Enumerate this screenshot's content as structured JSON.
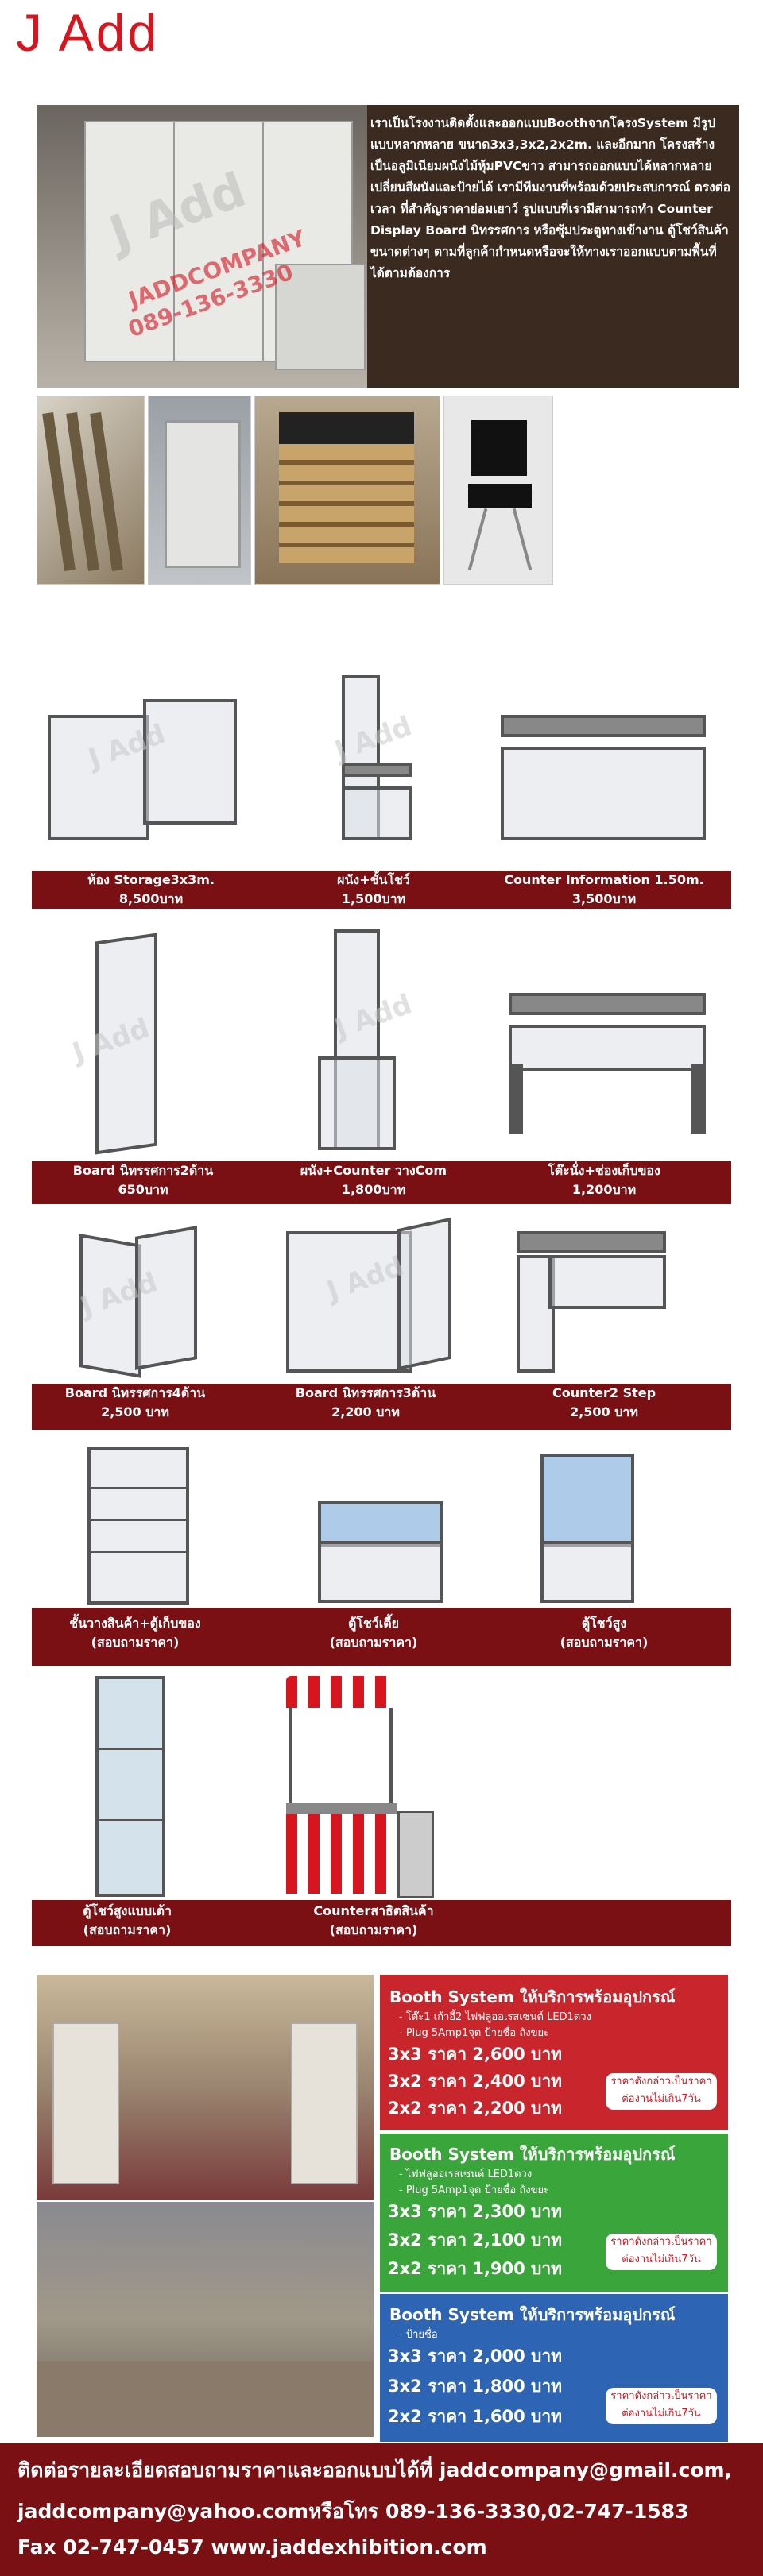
{
  "logo": {
    "text": "J Add"
  },
  "hero": {
    "description": "เราเป็นโรงงานติดตั้งและออกแบบBoothจากโครงSystem มีรูปแบบหลากหลาย ขนาด3x3,3x2,2x2m. และอีกมาก โครงสร้างเป็นอลูมิเนียมผนังไม้หุ้มPVCขาว สามารถออกแบบได้หลากหลาย เปลี่ยนสีผนังและป้ายได้ เรามีทีมงานที่พร้อมด้วยประสบการณ์ ตรงต่อเวลา ที่สำคัญราคาย่อมเยาว์ รูปแบบที่เรามีสามารถทำ Counter Display Board นิทรรศการ หรือซุ้มประตูทางเข้างาน ตู้โชว์สินค้าขนาดต่างๆ ตามที่ลูกค้ากำหนดหรือจะให้ทางเราออกแบบตามพื้นที่ ได้ตามต้องการ",
    "watermark_brand": "J Add",
    "watermark_company": "JADDCOMPANY",
    "watermark_phone": "089-136-3330"
  },
  "products": [
    {
      "name": "ห้อง Storage3x3m.",
      "price": "8,500บาท"
    },
    {
      "name": "ผนัง+ชั้นโชว์",
      "price": "1,500บาท"
    },
    {
      "name": "Counter Information 1.50m.",
      "price": "3,500บาท"
    },
    {
      "name": "Board นิทรรศการ2ด้าน",
      "price": "650บาท"
    },
    {
      "name": "ผนัง+Counter วางCom",
      "price": "1,800บาท"
    },
    {
      "name": "โต๊ะนั่ง+ช่องเก็บของ",
      "price": "1,200บาท"
    },
    {
      "name": "Board นิทรรศการ4ด้าน",
      "price": "2,500 บาท"
    },
    {
      "name": "Board นิทรรศการ3ด้าน",
      "price": "2,200 บาท"
    },
    {
      "name": "Counter2 Step",
      "price": "2,500 บาท"
    },
    {
      "name": "ชั้นวางสินค้า+ตู้เก็บของ",
      "price": "(สอบถามราคา)"
    },
    {
      "name": "ตู้โชว์เตี้ย",
      "price": "(สอบถามราคา)"
    },
    {
      "name": "ตู้โชว์สูง",
      "price": "(สอบถามราคา)"
    },
    {
      "name": "ตู้โชว์สูงแบบเต้า",
      "price": "(สอบถามราคา)"
    },
    {
      "name": "Counterสาธิตสินค้า",
      "price": "(สอบถามราคา)"
    }
  ],
  "booth_panels": [
    {
      "title": "Booth System ให้บริการพร้อมอุปกรณ์",
      "bullets": [
        "- โต๊ะ1 เก้าอี้2 ไฟฟลูออเรสเซนต์ LED1ดวง",
        "- Plug 5Amp1จุด ป้ายชื่อ ถังขยะ"
      ],
      "prices": [
        "3x3 ราคา 2,600 บาท",
        "3x2 ราคา 2,400 บาท",
        "2x2 ราคา 2,200 บาท"
      ],
      "note": "ราคาดังกล่าวเป็นราคาต่องานไม่เกิน7วัน",
      "color": "#c8262c"
    },
    {
      "title": "Booth System ให้บริการพร้อมอุปกรณ์",
      "bullets": [
        "- ไฟฟลูออเรสเซนต์ LED1ดวง",
        "- Plug 5Amp1จุด ป้ายชื่อ ถังขยะ"
      ],
      "prices": [
        "3x3 ราคา 2,300 บาท",
        "3x2 ราคา 2,100 บาท",
        "2x2 ราคา 1,900 บาท"
      ],
      "note": "ราคาดังกล่าวเป็นราคาต่องานไม่เกิน7วัน",
      "color": "#3aa53a"
    },
    {
      "title": "Booth System ให้บริการพร้อมอุปกรณ์",
      "bullets": [
        "- ป้ายชื่อ"
      ],
      "prices": [
        "3x3 ราคา 2,000 บาท",
        "3x2 ราคา 1,800 บาท",
        "2x2 ราคา 1,600 บาท"
      ],
      "note": "ราคาดังกล่าวเป็นราคาต่องานไม่เกิน7วัน",
      "color": "#2d64b4"
    }
  ],
  "footer": {
    "line1": "ติดต่อรายละเอียดสอบถามราคาและออกแบบได้ที่ jaddcompany@gmail.com,",
    "line2": "jaddcompany@yahoo.comหรือโทร 089-136-3330,02-747-1583",
    "line3": "Fax 02-747-0457 www.jaddexhibition.com"
  },
  "colors": {
    "brand_red": "#d8141e",
    "label_bar": "#7a0f14",
    "hero_bg": "#3a2a20"
  }
}
